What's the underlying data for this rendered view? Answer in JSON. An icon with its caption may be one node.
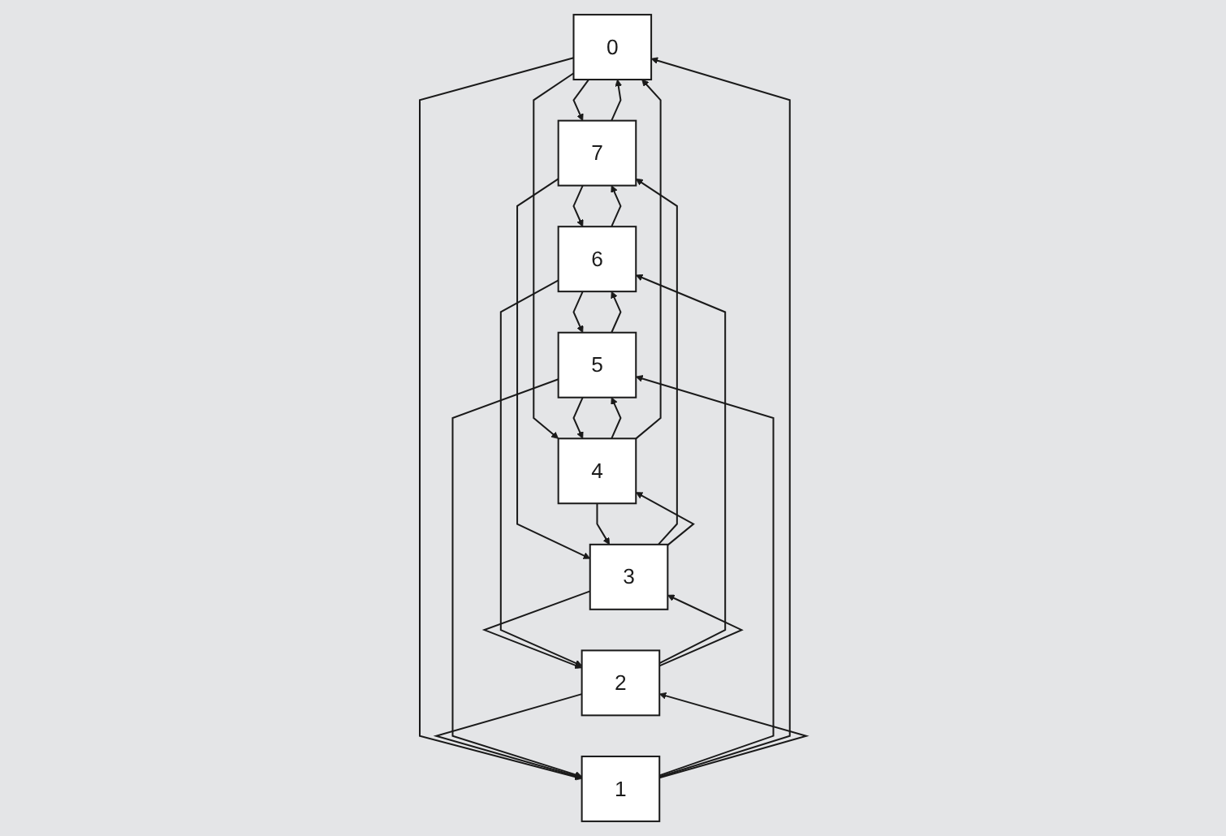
{
  "diagram": {
    "nodes": [
      {
        "text": [
          "0"
        ]
      },
      {
        "text": [
          "1"
        ]
      },
      {
        "text": [
          "2"
        ]
      },
      {
        "text": [
          "3"
        ]
      },
      {
        "text": [
          "4"
        ]
      },
      {
        "text": [
          "5"
        ]
      },
      {
        "text": [
          "6"
        ]
      },
      {
        "text": [
          "7"
        ]
      }
    ],
    "edges": [
      {
        "from": 0,
        "to": 7,
        "arrow": "to"
      },
      {
        "from": 0,
        "to": 4,
        "arrow": "to"
      },
      {
        "from": 1,
        "to": 5,
        "arrow": "to"
      },
      {
        "from": 2,
        "to": 6,
        "arrow": "to"
      },
      {
        "from": 3,
        "to": 7,
        "arrow": "to"
      },
      {
        "from": 3,
        "to": 4,
        "arrow": "to"
      },
      {
        "from": 0,
        "to": 1,
        "arrow": "to"
      },
      {
        "from": 1,
        "to": 0,
        "arrow": "to"
      },
      {
        "from": 1,
        "to": 2,
        "arrow": "to"
      },
      {
        "from": 2,
        "to": 1,
        "arrow": "to"
      },
      {
        "from": 2,
        "to": 3,
        "arrow": "to"
      },
      {
        "from": 3,
        "to": 2,
        "arrow": "to"
      },
      {
        "from": 7,
        "to": 6,
        "arrow": "to"
      },
      {
        "from": 6,
        "to": 7,
        "arrow": "to"
      },
      {
        "from": 6,
        "to": 5,
        "arrow": "to"
      },
      {
        "from": 5,
        "to": 6,
        "arrow": "to"
      },
      {
        "from": 5,
        "to": 4,
        "arrow": "to"
      },
      {
        "from": 4,
        "to": 5,
        "arrow": "to"
      },
      {
        "from": 7,
        "to": 0,
        "arrow": "to"
      },
      {
        "from": 4,
        "to": 0,
        "arrow": "to"
      },
      {
        "from": 5,
        "to": 1,
        "arrow": "to"
      },
      {
        "from": 6,
        "to": 2,
        "arrow": "to"
      },
      {
        "from": 7,
        "to": 3,
        "arrow": "to"
      },
      {
        "from": 4,
        "to": 3,
        "arrow": "to"
      }
    ]
  }
}
